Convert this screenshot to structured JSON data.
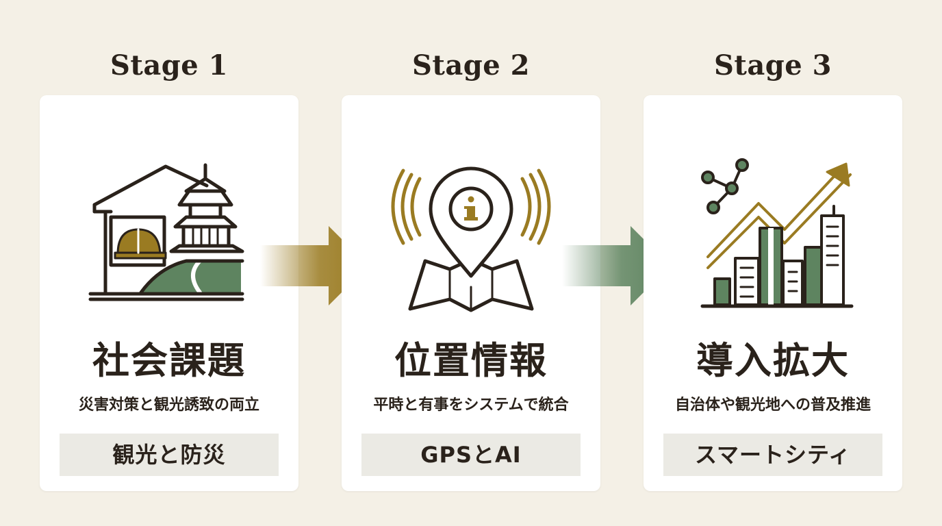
{
  "stages": [
    {
      "title": "Stage 1",
      "heading": "社会課題",
      "subtitle": "災害対策と観光誘致の両立",
      "tag": "観光と防災",
      "icon": "temple-house-helmet-icon"
    },
    {
      "title": "Stage 2",
      "heading": "位置情報",
      "subtitle": "平時と有事をシステムで統合",
      "tag": "GPSとAI",
      "icon": "location-pin-map-icon"
    },
    {
      "title": "Stage 3",
      "heading": "導入拡大",
      "subtitle": "自治体や観光地への普及推進",
      "tag": "スマートシティ",
      "icon": "city-growth-chart-icon"
    }
  ],
  "colors": {
    "background": "#f4f0e6",
    "gold": "#9a7b22",
    "green": "#5e8460",
    "ink": "#2a221b",
    "tag_bg": "#ebeae4"
  }
}
